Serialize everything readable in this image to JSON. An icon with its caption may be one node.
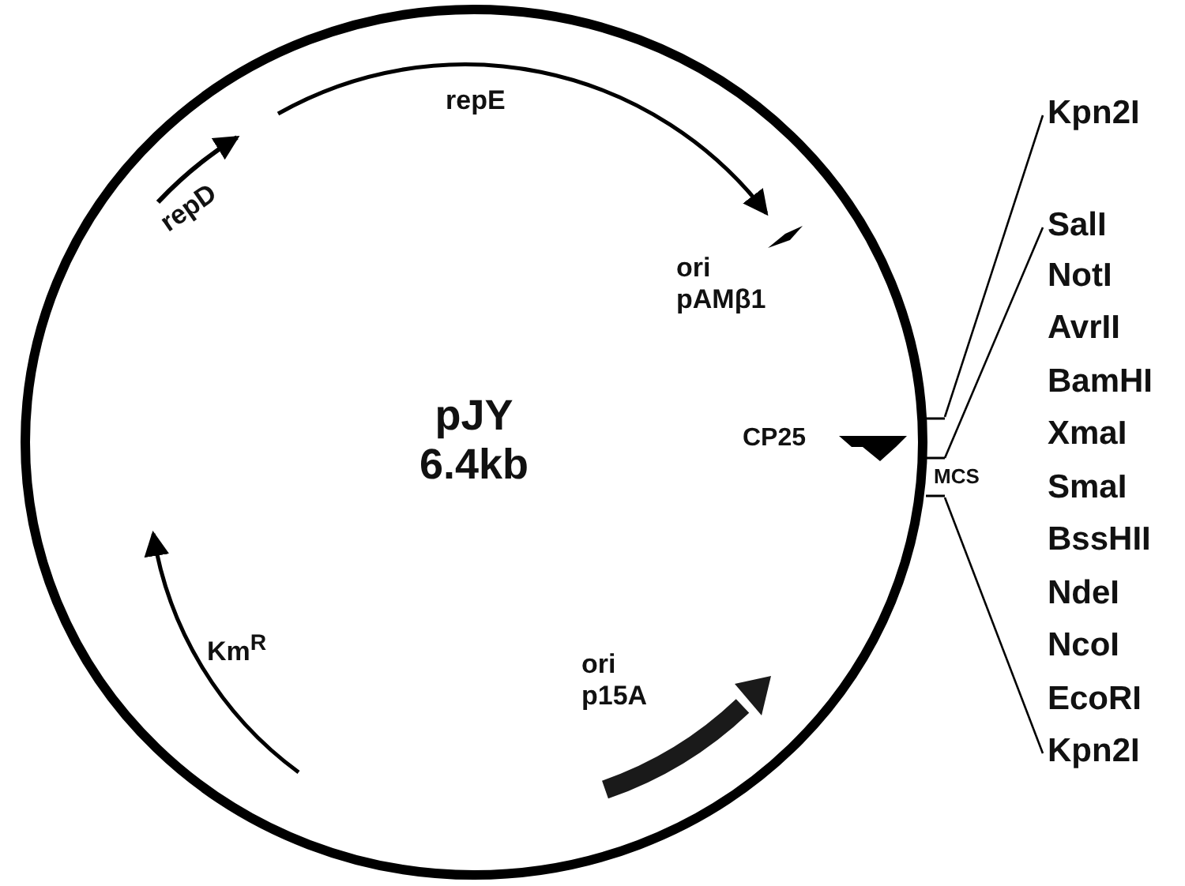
{
  "diagram": {
    "nodes": [
      {
        "text": [
          "Kpn2I"
        ]
      },
      {
        "text": [
          "SalI"
        ]
      },
      {
        "text": [
          "Kpn2I"
        ]
      },
      {
        "text": [
          "MCS"
        ]
      }
    ],
    "edges": [
      {
        "from": 0,
        "to": 3,
        "arrow": "none"
      },
      {
        "from": 1,
        "to": 3,
        "arrow": "none"
      },
      {
        "from": 2,
        "to": 3,
        "arrow": "none"
      }
    ],
    "labels": [
      "repD",
      "repE",
      "ori pAMβ1",
      "pJY 6.4kb",
      "CP25",
      "Km$^{R}$",
      "ori p15A",
      "NotI",
      "AvrII",
      "BamHI",
      "XmaI",
      "SmaI",
      "BssHII",
      "NdeI",
      "NcoI",
      "EcoRI"
    ]
  }
}
